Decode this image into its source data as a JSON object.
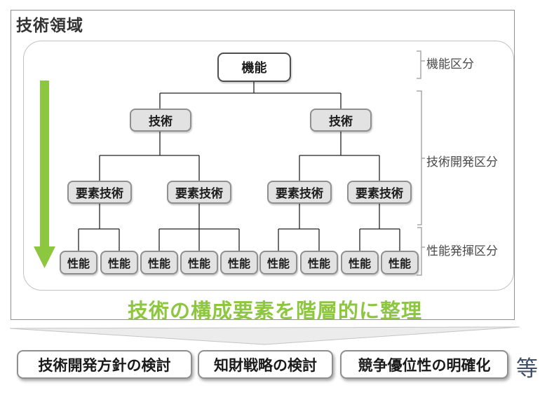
{
  "title": "技術領域",
  "accent_green": "#8DC63F",
  "tree": {
    "root_label": "機能",
    "tech_label": "技術",
    "element_label": "要素技術",
    "perf_label": "性能"
  },
  "classifications": [
    {
      "label": "機能区分"
    },
    {
      "label": "技術開発区分"
    },
    {
      "label": "性能発揮区分"
    }
  ],
  "caption": "技術の構成要素を階層的に整理",
  "bottom": {
    "items": [
      "技術開発方針の検討",
      "知財戦略の検討",
      "競争優位性の明確化"
    ],
    "etc_label": "等"
  }
}
